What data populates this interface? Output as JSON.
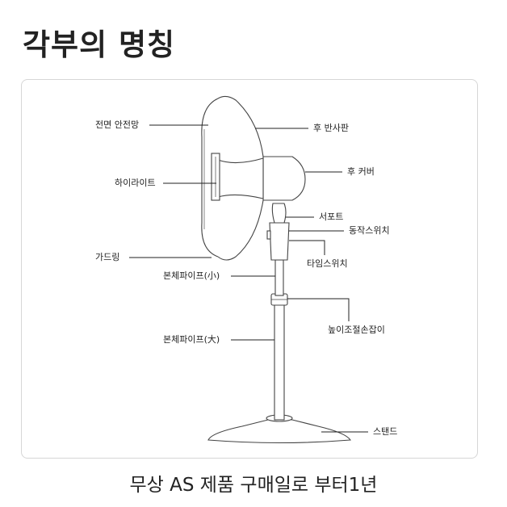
{
  "title": "각부의 명칭",
  "footer": "무상 AS 제품 구매일로 부터1년",
  "labels": {
    "front_guard": "전면 안전망",
    "highlight": "하이라이트",
    "guard_ring": "가드링",
    "body_pipe_small": "본체파이프(小)",
    "body_pipe_large": "본체파이프(大)",
    "rear_reflector": "후 반사판",
    "rear_cover": "후 커버",
    "support": "서포트",
    "operation_switch": "동작스위치",
    "timer_switch": "타임스위치",
    "height_adjust_knob": "높이조절손잡이",
    "stand": "스탠드"
  },
  "colors": {
    "text": "#222222",
    "line": "#444444",
    "frame_border": "#d6d6d6"
  }
}
